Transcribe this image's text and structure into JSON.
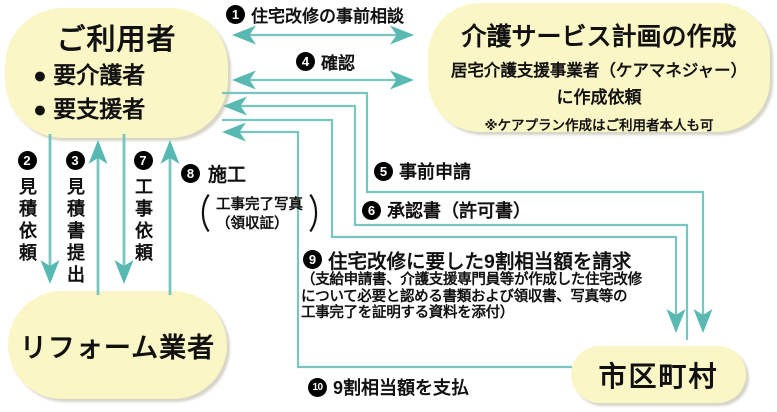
{
  "colors": {
    "bubble_fill": "#fbf6c6",
    "line": "#79c5c0",
    "arrow": "#58b8b2",
    "ink": "#111111"
  },
  "bubbles": {
    "user": {
      "title": "ご利用者",
      "items": [
        "● 要介護者",
        "● 要支援者"
      ]
    },
    "careplan": {
      "title": "介護サービス計画の作成",
      "line1": "居宅介護支援事業者（ケアマネジャー）",
      "line2": "に作成依頼",
      "note": "※ケアプラン作成はご利用者本人も可"
    },
    "reform": {
      "title": "リフォーム業者"
    },
    "city": {
      "title": "市区町村"
    }
  },
  "steps": {
    "s1": {
      "num": "1",
      "label": "住宅改修の事前相談"
    },
    "s2": {
      "num": "2",
      "label": "見積依頼"
    },
    "s3": {
      "num": "3",
      "label": "見積書提出"
    },
    "s4": {
      "num": "4",
      "label": "確認"
    },
    "s5": {
      "num": "5",
      "label": "事前申請"
    },
    "s6": {
      "num": "6",
      "label": "承認書（許可書）"
    },
    "s7": {
      "num": "7",
      "label": "工事依頼"
    },
    "s8": {
      "num": "8",
      "label": "施工",
      "note_line1": "工事完了写真",
      "note_line2": "（領収証）"
    },
    "s9": {
      "num": "9",
      "label": "住宅改修に要した9割相当額を請求",
      "detail": [
        "（支給申請書、介護支援専門員等が作成した住宅改修",
        "について必要と認める書類および領収書、写真等の",
        "工事完了を証明する資料を添付）"
      ]
    },
    "s10": {
      "num": "10",
      "label": "9割相当額を支払"
    }
  }
}
